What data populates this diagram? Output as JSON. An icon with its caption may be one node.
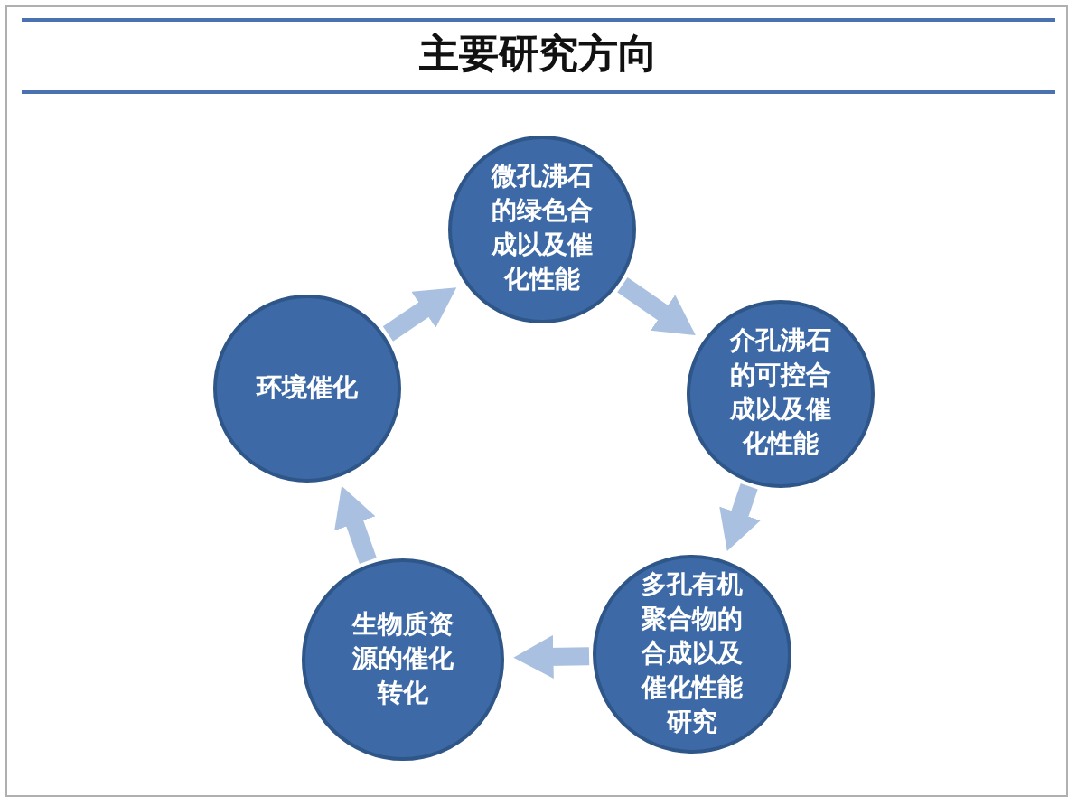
{
  "diagram": {
    "title": "主要研究方向",
    "nodes": [
      {
        "text": [
          "微孔沸石的绿色合成以及催化性能"
        ]
      },
      {
        "text": [
          "介孔沸石的可控合成以及催化性能"
        ]
      },
      {
        "text": [
          "多孔有机聚合物的合成以及催化性能研究"
        ]
      },
      {
        "text": [
          "生物质资源的催化转化"
        ]
      },
      {
        "text": [
          "环境催化"
        ]
      }
    ],
    "edges": [
      {
        "from": 0,
        "to": 1,
        "arrow": "to"
      },
      {
        "from": 1,
        "to": 2,
        "arrow": "to"
      },
      {
        "from": 2,
        "to": 3,
        "arrow": "to"
      },
      {
        "from": 3,
        "to": 4,
        "arrow": "to"
      },
      {
        "from": 4,
        "to": 0,
        "arrow": "to"
      }
    ]
  }
}
